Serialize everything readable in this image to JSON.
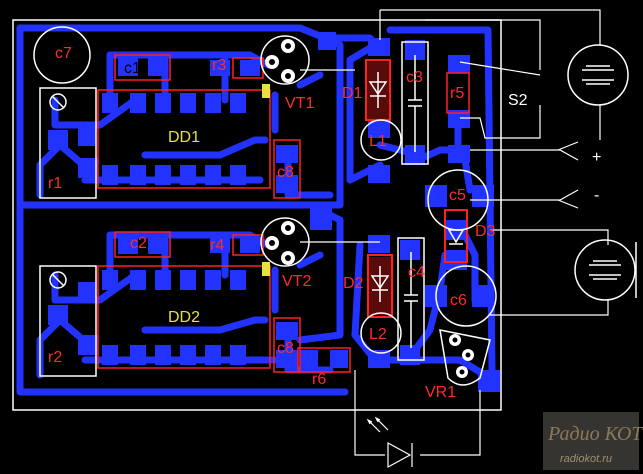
{
  "labels": {
    "c7": "c7",
    "c1": "c1",
    "r3": "r3",
    "vt1": "VT1",
    "dd1": "DD1",
    "r1": "r1",
    "c8a": "c8",
    "c2": "c2",
    "r4": "r4",
    "vt2": "VT2",
    "dd2": "DD2",
    "r2": "r2",
    "c8b": "c8",
    "r6": "r6",
    "d1": "D1",
    "c3": "c3",
    "l1": "L1",
    "r5": "r5",
    "s2": "S2",
    "plus": "+",
    "minus": "-",
    "c5": "c5",
    "d3": "D3",
    "d2": "D2",
    "c4": "c4",
    "c6": "c6",
    "l2": "L2",
    "vr1": "VR1"
  },
  "watermark": {
    "title": "Радио КОТ",
    "site": "radiokot.ru"
  },
  "colors": {
    "trace": "#2233ff",
    "silk": "#ff2020",
    "outline": "#ffffff",
    "ic_mark": "#e6e040"
  }
}
